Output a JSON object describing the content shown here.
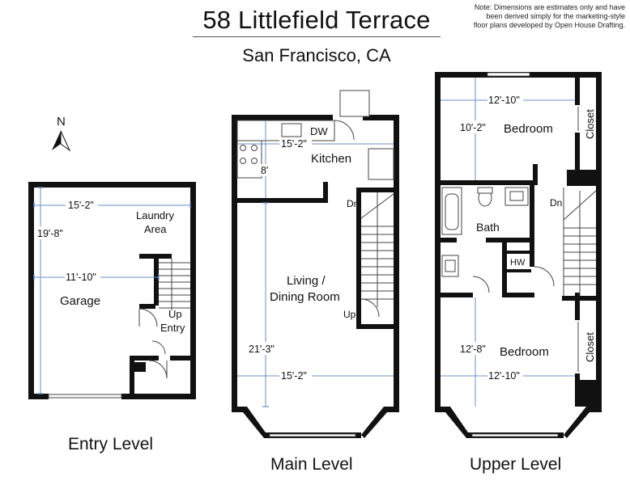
{
  "header": {
    "title": "58 Littlefield Terrace",
    "subtitle": "San Francisco, CA",
    "note": "Note: Dimensions are estimates only and have been derived simply for the marketing-style floor plans developed by Open House Drafting."
  },
  "compass": {
    "label": "N"
  },
  "levels": {
    "entry": {
      "label": "Entry Level",
      "rooms": {
        "laundry_line1": "Laundry",
        "laundry_line2": "Area",
        "garage": "Garage",
        "up": "Up",
        "entry": "Entry"
      },
      "dims": {
        "width": "15'-2\"",
        "depth": "19'-8\"",
        "garage_width": "11'-10\""
      }
    },
    "main": {
      "label": "Main Level",
      "rooms": {
        "kitchen": "Kitchen",
        "dw": "DW",
        "living_line1": "Living /",
        "living_line2": "Dining Room",
        "dn": "Dn",
        "up": "Up"
      },
      "dims": {
        "kitchen_width": "15'-2\"",
        "kitchen_depth": "8'",
        "living_depth": "21'-3\"",
        "living_width": "15'-2\""
      }
    },
    "upper": {
      "label": "Upper Level",
      "rooms": {
        "bedroom1": "Bedroom",
        "closet1": "Closet",
        "bath": "Bath",
        "hw": "HW",
        "dn": "Dn",
        "bedroom2": "Bedroom",
        "closet2": "Closet"
      },
      "dims": {
        "bed1_width": "12'-10\"",
        "bed1_depth": "10'-2\"",
        "bed2_depth": "12'-8\"",
        "bed2_width": "12'-10\""
      }
    }
  }
}
